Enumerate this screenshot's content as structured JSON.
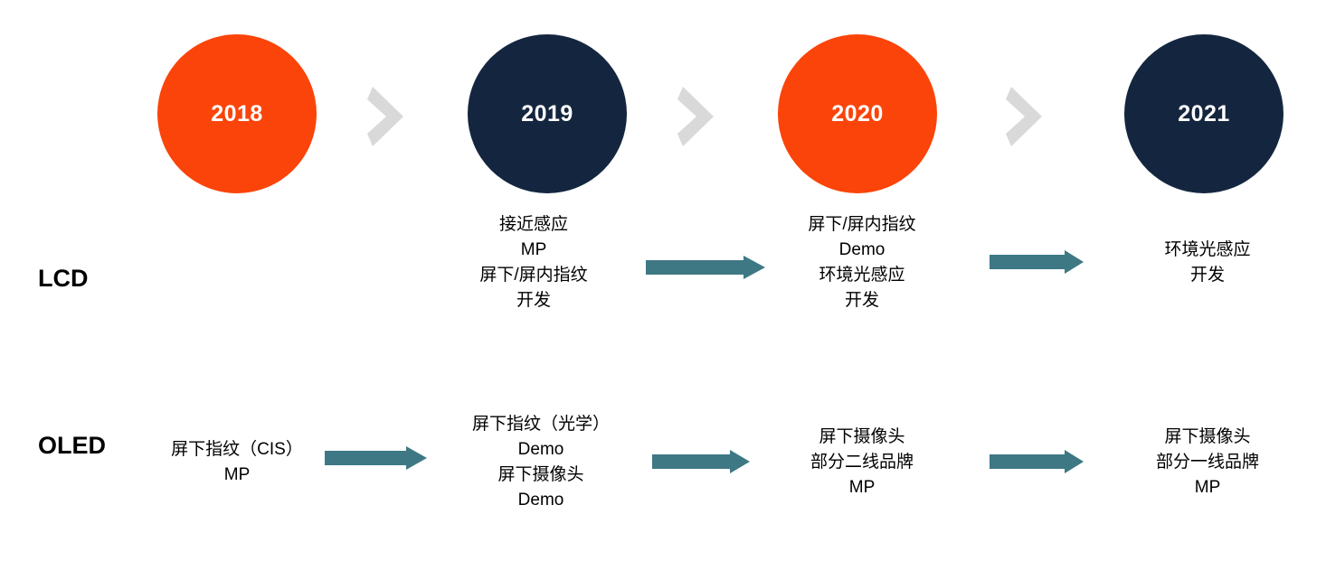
{
  "timeline": {
    "circles": [
      {
        "year": "2018",
        "color": "#FB4409",
        "style": "orange"
      },
      {
        "year": "2019",
        "color": "#14263F",
        "style": "navy"
      },
      {
        "year": "2020",
        "color": "#FB4409",
        "style": "orange"
      },
      {
        "year": "2021",
        "color": "#14263F",
        "style": "navy"
      }
    ],
    "chevron_color": "#D9D9D9",
    "arrow_color": "#3E7884"
  },
  "rows": {
    "lcd": {
      "label": "LCD",
      "cells": [
        {
          "lines": []
        },
        {
          "lines": [
            "接近感应",
            "MP",
            "屏下/屏内指纹",
            "开发"
          ]
        },
        {
          "lines": [
            "屏下/屏内指纹",
            "Demo",
            "环境光感应",
            "开发"
          ]
        },
        {
          "lines": [
            "环境光感应",
            "开发"
          ]
        }
      ]
    },
    "oled": {
      "label": "OLED",
      "cells": [
        {
          "lines": [
            "屏下指纹（CIS）",
            "MP"
          ]
        },
        {
          "lines": [
            "屏下指纹（光学）",
            "Demo",
            "屏下摄像头",
            "Demo"
          ]
        },
        {
          "lines": [
            "屏下摄像头",
            "部分二线品牌",
            "MP"
          ]
        },
        {
          "lines": [
            "屏下摄像头",
            "部分一线品牌",
            "MP"
          ]
        }
      ]
    }
  }
}
